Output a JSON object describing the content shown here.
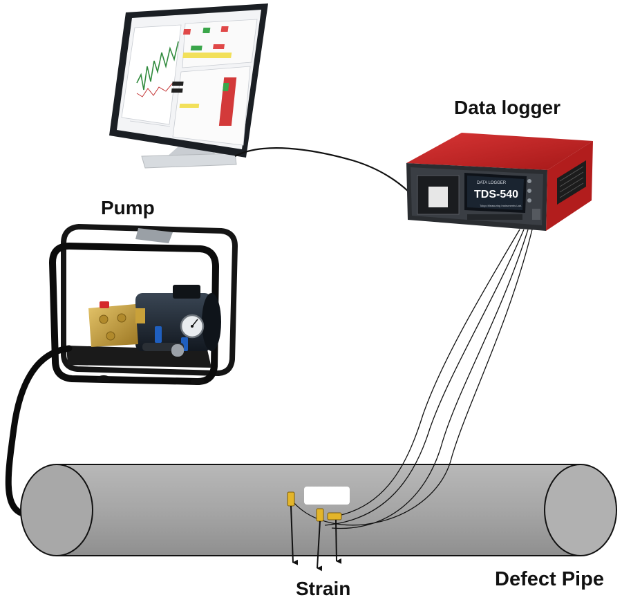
{
  "labels": {
    "data_logger": "Data logger",
    "pump": "Pump",
    "strain": "Strain",
    "defect_pipe": "Defect Pipe"
  },
  "logger_screen": {
    "brand": "DATA LOGGER",
    "model": "TDS-540",
    "maker": "Tokyo Measuring Instruments Lab."
  },
  "icons": {
    "monitor": "computer-monitor-icon",
    "logger": "data-logger-device-icon",
    "pump": "pressure-pump-icon",
    "gauge": "pressure-gauge-icon",
    "pipe": "pipe-cylinder-icon",
    "gauge_sensor": "strain-gauge-icon"
  },
  "colors": {
    "logger_body": "#c81e1e",
    "pipe_fill": "#a9a9a9",
    "pump_frame": "#111111",
    "motor": "#1d2733",
    "brass": "#c9a13a",
    "strain_gauge": "#e3b52a",
    "cable": "#111111"
  }
}
